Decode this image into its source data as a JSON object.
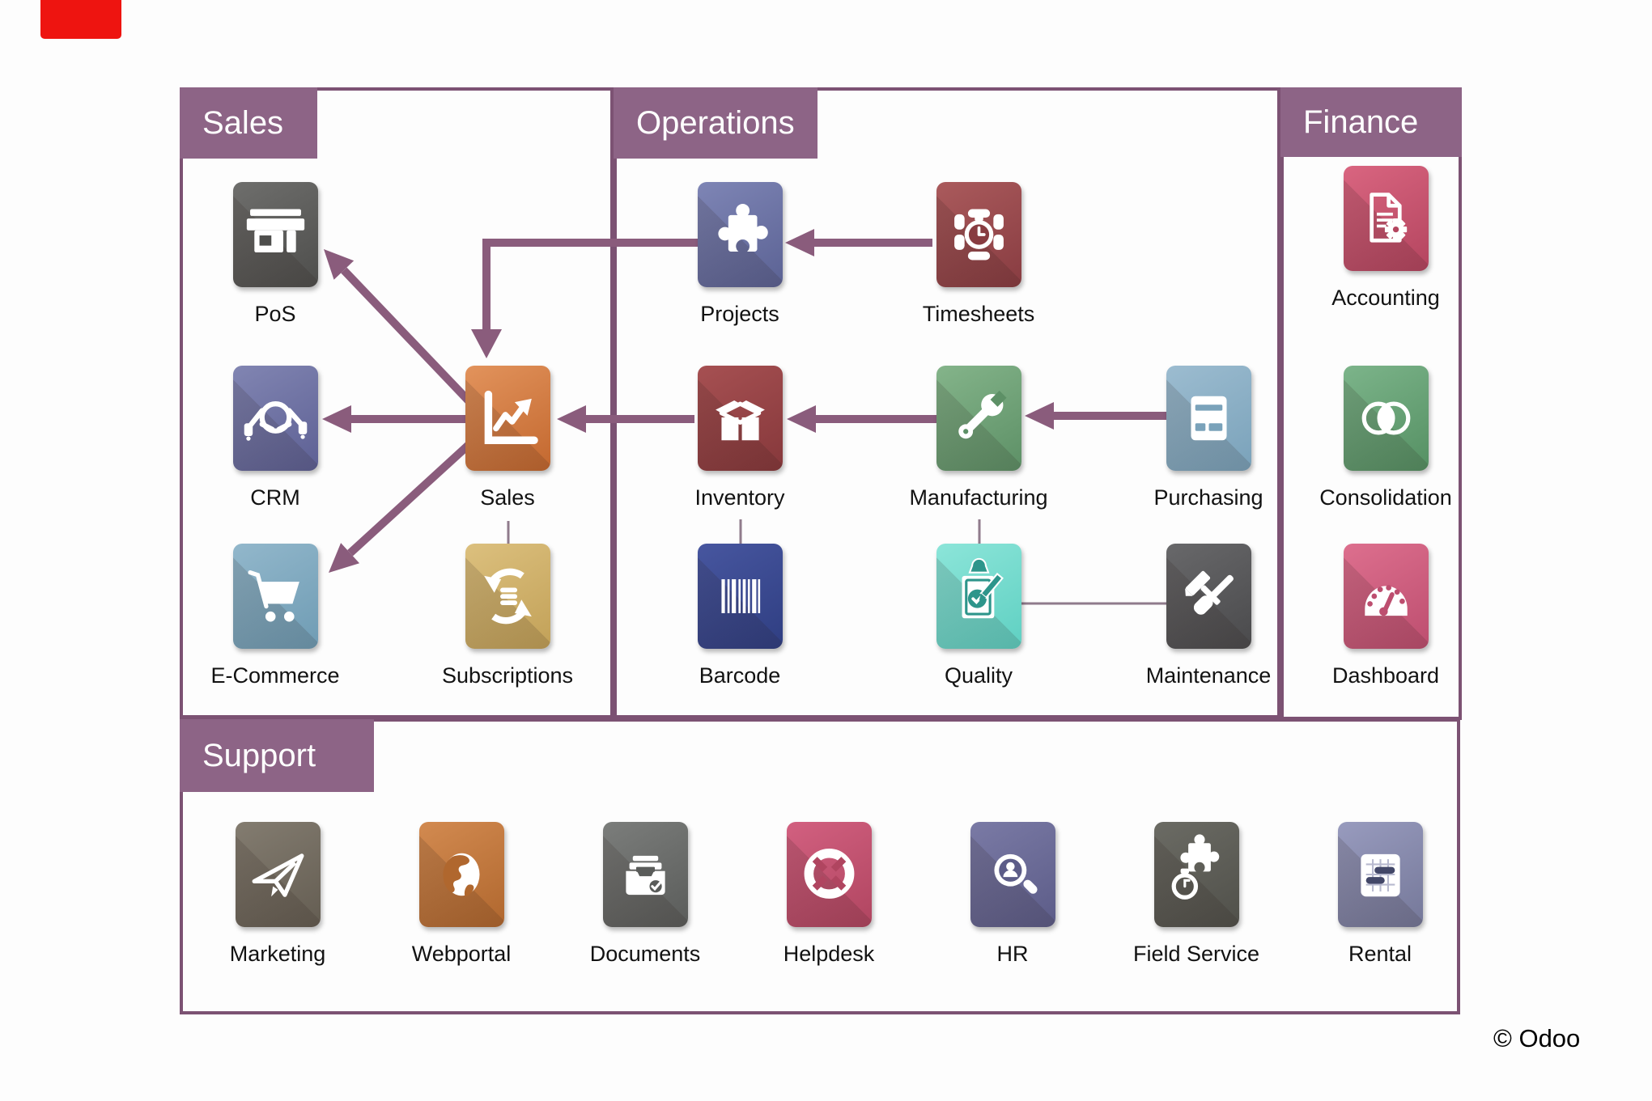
{
  "page": {
    "background": "#fdfdfd",
    "copyright": "© Odoo"
  },
  "top_left_marker": {
    "color": "#ee1410"
  },
  "palette": {
    "header_bg": "#8d6486",
    "border": "#7c5273",
    "arrow": "#8a5c7c",
    "connector": "#907b8c",
    "label_color": "#121212",
    "header_text": "#ffffff"
  },
  "sections": [
    {
      "id": "sales",
      "title": "Sales"
    },
    {
      "id": "operations",
      "title": "Operations"
    },
    {
      "id": "finance",
      "title": "Finance"
    },
    {
      "id": "support",
      "title": "Support"
    }
  ],
  "apps": [
    {
      "id": "pos",
      "label": "PoS",
      "section": "sales",
      "icon": "storefront",
      "c1": "#6e6e6c",
      "c2": "#4e4e4c"
    },
    {
      "id": "crm",
      "label": "CRM",
      "section": "sales",
      "icon": "handshake",
      "c1": "#8185b2",
      "c2": "#5d6094"
    },
    {
      "id": "ecommerce",
      "label": "E-Commerce",
      "section": "sales",
      "icon": "shopping-cart",
      "c1": "#92b7cb",
      "c2": "#6f9cb4"
    },
    {
      "id": "sales_app",
      "label": "Sales",
      "section": "sales",
      "icon": "growth-chart",
      "c1": "#e2935c",
      "c2": "#c3682f"
    },
    {
      "id": "subscriptions",
      "label": "Subscriptions",
      "section": "sales",
      "icon": "recurring-coins",
      "c1": "#dcc07e",
      "c2": "#c2a158"
    },
    {
      "id": "projects",
      "label": "Projects",
      "section": "operations",
      "icon": "puzzle",
      "c1": "#7e85b5",
      "c2": "#5b6294"
    },
    {
      "id": "timesheets",
      "label": "Timesheets",
      "section": "operations",
      "icon": "stopwatch",
      "c1": "#aa5a5c",
      "c2": "#883c41"
    },
    {
      "id": "inventory",
      "label": "Inventory",
      "section": "operations",
      "icon": "open-box",
      "c1": "#a65052",
      "c2": "#86383b"
    },
    {
      "id": "manufacturing",
      "label": "Manufacturing",
      "section": "operations",
      "icon": "wrench",
      "c1": "#84b48a",
      "c2": "#5d9066"
    },
    {
      "id": "purchasing",
      "label": "Purchasing",
      "section": "operations",
      "icon": "invoice-card",
      "c1": "#9cbcd0",
      "c2": "#7aa2ba"
    },
    {
      "id": "barcode",
      "label": "Barcode",
      "section": "operations",
      "icon": "barcode",
      "c1": "#47569f",
      "c2": "#2f3e82"
    },
    {
      "id": "quality",
      "label": "Quality",
      "section": "operations",
      "icon": "quality-check",
      "c1": "#8ce5d9",
      "c2": "#5fd0c2",
      "glyph": "#2d958b"
    },
    {
      "id": "maintenance",
      "label": "Maintenance",
      "section": "operations",
      "icon": "hammer-tools",
      "c1": "#68686a",
      "c2": "#4a4a4c"
    },
    {
      "id": "accounting",
      "label": "Accounting",
      "section": "finance",
      "icon": "document-gear",
      "c1": "#d96580",
      "c2": "#b4455f"
    },
    {
      "id": "consolidation",
      "label": "Consolidation",
      "section": "finance",
      "icon": "venn-circles",
      "c1": "#7cb48a",
      "c2": "#559063"
    },
    {
      "id": "dashboard",
      "label": "Dashboard",
      "section": "finance",
      "icon": "gauge",
      "c1": "#dd6f8e",
      "c2": "#bd4e6f"
    },
    {
      "id": "marketing",
      "label": "Marketing",
      "section": "support",
      "icon": "paper-plane",
      "c1": "#837c70",
      "c2": "#645d52"
    },
    {
      "id": "webportal",
      "label": "Webportal",
      "section": "support",
      "icon": "globe",
      "c1": "#d28a50",
      "c2": "#b0672e"
    },
    {
      "id": "documents",
      "label": "Documents",
      "section": "support",
      "icon": "file-inbox",
      "c1": "#7b7d7b",
      "c2": "#5a5c5a"
    },
    {
      "id": "helpdesk",
      "label": "Helpdesk",
      "section": "support",
      "icon": "lifebuoy",
      "c1": "#d26080",
      "c2": "#b04560"
    },
    {
      "id": "hr",
      "label": "HR",
      "section": "support",
      "icon": "person-magnifier",
      "c1": "#7a7aa5",
      "c2": "#5c5c88"
    },
    {
      "id": "fieldservice",
      "label": "Field Service",
      "section": "support",
      "icon": "puzzle-stopwatch",
      "c1": "#6b6b64",
      "c2": "#50504a"
    },
    {
      "id": "rental",
      "label": "Rental",
      "section": "support",
      "icon": "schedule-grid",
      "c1": "#989bbe",
      "c2": "#757899"
    }
  ],
  "edges": [
    {
      "from": "timesheets",
      "to": "projects",
      "type": "arrow"
    },
    {
      "from": "projects",
      "to": "sales_app",
      "type": "arrow"
    },
    {
      "from": "sales_app",
      "to": "pos",
      "type": "arrow"
    },
    {
      "from": "sales_app",
      "to": "crm",
      "type": "arrow"
    },
    {
      "from": "sales_app",
      "to": "ecommerce",
      "type": "arrow"
    },
    {
      "from": "inventory",
      "to": "sales_app",
      "type": "arrow"
    },
    {
      "from": "manufacturing",
      "to": "inventory",
      "type": "arrow"
    },
    {
      "from": "purchasing",
      "to": "manufacturing",
      "type": "arrow"
    },
    {
      "from": "sales_app",
      "to": "subscriptions",
      "type": "line"
    },
    {
      "from": "inventory",
      "to": "barcode",
      "type": "line"
    },
    {
      "from": "manufacturing",
      "to": "quality",
      "type": "line"
    },
    {
      "from": "quality",
      "to": "maintenance",
      "type": "line"
    }
  ]
}
